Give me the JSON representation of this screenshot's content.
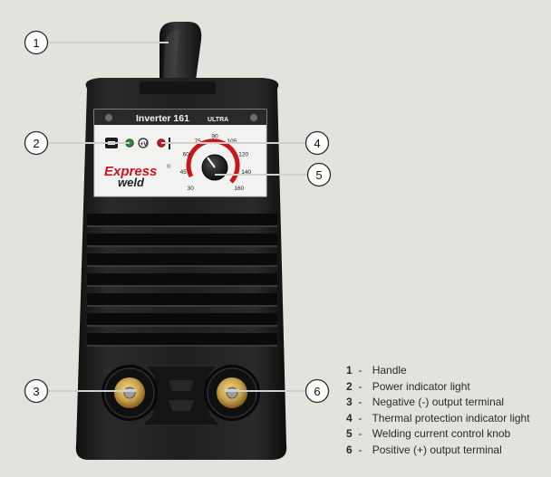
{
  "panel": {
    "model": "Inverter 161",
    "model_suffix": "ULTRA",
    "power_symbol": "+V",
    "brand_top": "Express",
    "brand_bottom": "weld",
    "brand_reg": "®"
  },
  "dial": {
    "scale": [
      "30",
      "45",
      "60",
      "75",
      "90",
      "105",
      "120",
      "140",
      "160"
    ]
  },
  "callouts": [
    {
      "number": "1",
      "target": "handle"
    },
    {
      "number": "2",
      "target": "power-indicator-light"
    },
    {
      "number": "3",
      "target": "negative-output-terminal"
    },
    {
      "number": "4",
      "target": "thermal-protection-indicator-light"
    },
    {
      "number": "5",
      "target": "welding-current-control-knob"
    },
    {
      "number": "6",
      "target": "positive-output-terminal"
    }
  ],
  "legend": {
    "items": [
      {
        "num": "1",
        "dash": "-",
        "label": "Handle"
      },
      {
        "num": "2",
        "dash": "-",
        "label": "Power indicator light"
      },
      {
        "num": "3",
        "dash": "-",
        "label": "Negative (-) output terminal"
      },
      {
        "num": "4",
        "dash": "-",
        "label": "Thermal protection indicator light"
      },
      {
        "num": "5",
        "dash": "-",
        "label": "Welding current control knob"
      },
      {
        "num": "6",
        "dash": "-",
        "label": "Positive (+) output terminal"
      }
    ]
  },
  "colors": {
    "background": "#e4e2dc",
    "body": "#1d1d1d",
    "panel": "#f2f2f0",
    "brand_red": "#c8161d",
    "power_led": "#2d8a3e",
    "thermal_led": "#c41e24",
    "brass": "#c9a24a"
  }
}
